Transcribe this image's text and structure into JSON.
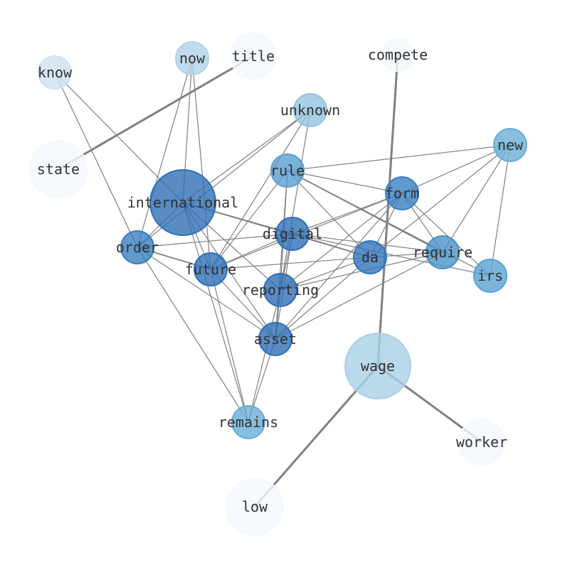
{
  "nodes": [
    {
      "id": "know",
      "label": "know",
      "color": "#d0e1f2"
    },
    {
      "id": "now",
      "label": "now",
      "color": "#b0d2e8"
    },
    {
      "id": "title",
      "label": "title",
      "color": "#f4f9fe"
    },
    {
      "id": "compete",
      "label": "compete",
      "color": "#f4f9fe"
    },
    {
      "id": "unknown",
      "label": "unknown",
      "color": "#94c4df"
    },
    {
      "id": "new",
      "label": "new",
      "color": "#6aaed6"
    },
    {
      "id": "state",
      "label": "state",
      "color": "#f4f9fe"
    },
    {
      "id": "rule",
      "label": "rule",
      "color": "#5a9fd0"
    },
    {
      "id": "form",
      "label": "form",
      "color": "#3a7fc0"
    },
    {
      "id": "international",
      "label": "international",
      "color": "#2f6fb5"
    },
    {
      "id": "digital",
      "label": "digital",
      "color": "#2f6fb5"
    },
    {
      "id": "order",
      "label": "order",
      "color": "#3a7fc0"
    },
    {
      "id": "da",
      "label": "da",
      "color": "#3476bb"
    },
    {
      "id": "require",
      "label": "require",
      "color": "#4a92c8"
    },
    {
      "id": "irs",
      "label": "irs",
      "color": "#5aa2d2"
    },
    {
      "id": "future",
      "label": "future",
      "color": "#3070b6"
    },
    {
      "id": "reporting",
      "label": "reporting",
      "color": "#2f6fb5"
    },
    {
      "id": "asset",
      "label": "asset",
      "color": "#2f6fb5"
    },
    {
      "id": "wage",
      "label": "wage",
      "color": "#a9cfe5"
    },
    {
      "id": "remains",
      "label": "remains",
      "color": "#6aaed6"
    },
    {
      "id": "worker",
      "label": "worker",
      "color": "#f4f9fe"
    },
    {
      "id": "low",
      "label": "low",
      "color": "#f4f9fe"
    }
  ],
  "edges": [
    [
      "know",
      "international",
      1
    ],
    [
      "know",
      "order",
      1
    ],
    [
      "now",
      "order",
      1
    ],
    [
      "now",
      "international",
      1
    ],
    [
      "now",
      "future",
      1
    ],
    [
      "title",
      "state",
      3
    ],
    [
      "unknown",
      "international",
      1
    ],
    [
      "unknown",
      "order",
      1
    ],
    [
      "unknown",
      "future",
      1
    ],
    [
      "unknown",
      "reporting",
      1
    ],
    [
      "rule",
      "new",
      1
    ],
    [
      "rule",
      "form",
      1
    ],
    [
      "rule",
      "require",
      2
    ],
    [
      "rule",
      "irs",
      1
    ],
    [
      "rule",
      "da",
      1
    ],
    [
      "rule",
      "reporting",
      1
    ],
    [
      "rule",
      "asset",
      1
    ],
    [
      "rule",
      "future",
      1
    ],
    [
      "new",
      "form",
      1
    ],
    [
      "new",
      "da",
      1
    ],
    [
      "new",
      "require",
      1
    ],
    [
      "new",
      "irs",
      1
    ],
    [
      "form",
      "digital",
      1
    ],
    [
      "form",
      "future",
      1
    ],
    [
      "form",
      "reporting",
      1
    ],
    [
      "form",
      "asset",
      1
    ],
    [
      "form",
      "da",
      1
    ],
    [
      "form",
      "require",
      1
    ],
    [
      "form",
      "irs",
      1
    ],
    [
      "international",
      "digital",
      2
    ],
    [
      "international",
      "da",
      1
    ],
    [
      "international",
      "order",
      1
    ],
    [
      "international",
      "future",
      1
    ],
    [
      "international",
      "reporting",
      1
    ],
    [
      "international",
      "asset",
      1
    ],
    [
      "international",
      "remains",
      1
    ],
    [
      "digital",
      "order",
      1
    ],
    [
      "digital",
      "future",
      1
    ],
    [
      "digital",
      "asset",
      1
    ],
    [
      "digital",
      "reporting",
      1
    ],
    [
      "digital",
      "require",
      1
    ],
    [
      "digital",
      "irs",
      1
    ],
    [
      "digital",
      "da",
      2
    ],
    [
      "da",
      "future",
      1
    ],
    [
      "da",
      "reporting",
      1
    ],
    [
      "da",
      "asset",
      1
    ],
    [
      "da",
      "require",
      1
    ],
    [
      "require",
      "reporting",
      1
    ],
    [
      "require",
      "asset",
      1
    ],
    [
      "order",
      "future",
      2
    ],
    [
      "order",
      "asset",
      1
    ],
    [
      "order",
      "remains",
      1
    ],
    [
      "future",
      "remains",
      1
    ],
    [
      "future",
      "asset",
      1
    ],
    [
      "reporting",
      "asset",
      1
    ],
    [
      "reporting",
      "remains",
      1
    ],
    [
      "asset",
      "remains",
      1
    ],
    [
      "compete",
      "wage",
      3
    ],
    [
      "wage",
      "low",
      3
    ],
    [
      "wage",
      "worker",
      3
    ]
  ],
  "edge_color": "#808080"
}
